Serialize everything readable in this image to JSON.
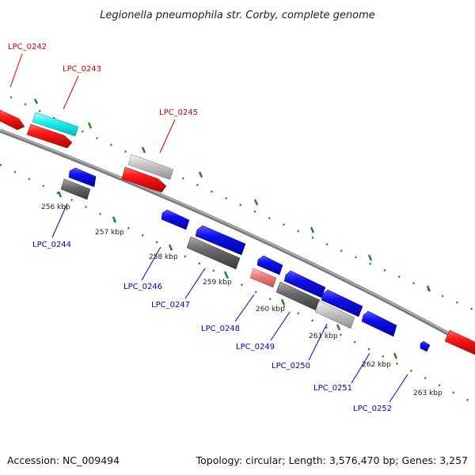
{
  "title": "Legionella pneumophila str. Corby, complete genome",
  "footer": {
    "accession": "Accession: NC_009494",
    "topology": "Topology: circular; Length: 3,576,470 bp; Genes: 3,257"
  },
  "colors": {
    "forward_label": "#cc0000",
    "reverse_label": "#0000cc",
    "backbone": "#888888",
    "tick": "#1a8a1a",
    "cds_forward": "#ee0000",
    "cds_reverse": "#0000ee",
    "rna": "#00eeee",
    "pseudo": "#aaaaaa",
    "pseudo_dark": "#666666",
    "misc": "#ee7777"
  },
  "ticks": [
    {
      "label": "256 kbp"
    },
    {
      "label": "257 kbp"
    },
    {
      "label": "258 kbp"
    },
    {
      "label": "259 kbp"
    },
    {
      "label": "260 kbp"
    },
    {
      "label": "261 kbp"
    },
    {
      "label": "262 kbp"
    },
    {
      "label": "263 kbp"
    }
  ],
  "genes": [
    {
      "label": "LPC_0242",
      "strand": "forward",
      "feature": "cds"
    },
    {
      "label": "LPC_0243",
      "strand": "forward",
      "feature": "rna"
    },
    {
      "label": "LPC_0244",
      "strand": "reverse",
      "feature": "cds"
    },
    {
      "label": "LPC_0245",
      "strand": "forward",
      "feature": "pseudo"
    },
    {
      "label": "LPC_0246",
      "strand": "reverse",
      "feature": "cds"
    },
    {
      "label": "LPC_0247",
      "strand": "reverse",
      "feature": "cds"
    },
    {
      "label": "LPC_0248",
      "strand": "reverse",
      "feature": "misc"
    },
    {
      "label": "LPC_0249",
      "strand": "reverse",
      "feature": "cds"
    },
    {
      "label": "LPC_0250",
      "strand": "reverse",
      "feature": "cds"
    },
    {
      "label": "LPC_0251",
      "strand": "reverse",
      "feature": "cds"
    },
    {
      "label": "LPC_0252",
      "strand": "reverse",
      "feature": "cds"
    }
  ]
}
